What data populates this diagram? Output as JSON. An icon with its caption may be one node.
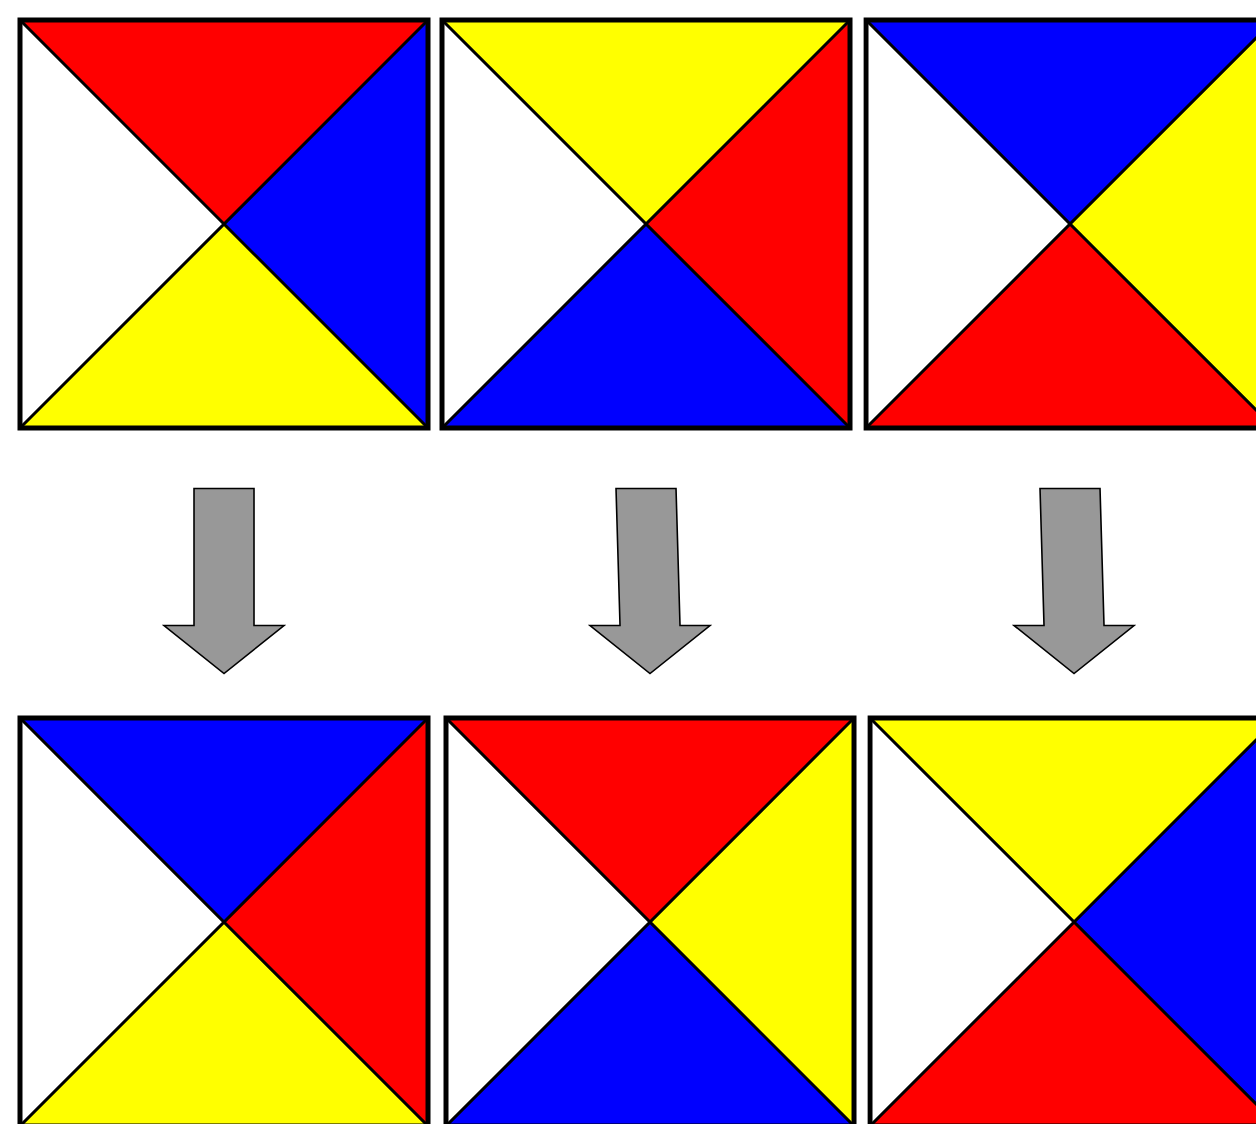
{
  "diagram": {
    "nodes": [
      {
        "text": [],
        "shape": "box"
      },
      {
        "text": [],
        "shape": "box"
      },
      {
        "text": [],
        "shape": "box"
      },
      {
        "text": [],
        "shape": "box"
      },
      {
        "text": [],
        "shape": "box"
      },
      {
        "text": [],
        "shape": "box"
      }
    ],
    "edges": [
      {
        "from": 0,
        "to": 3,
        "arrow": "to"
      },
      {
        "from": 1,
        "to": 4,
        "arrow": "to"
      },
      {
        "from": 2,
        "to": 5,
        "arrow": "to"
      }
    ]
  }
}
